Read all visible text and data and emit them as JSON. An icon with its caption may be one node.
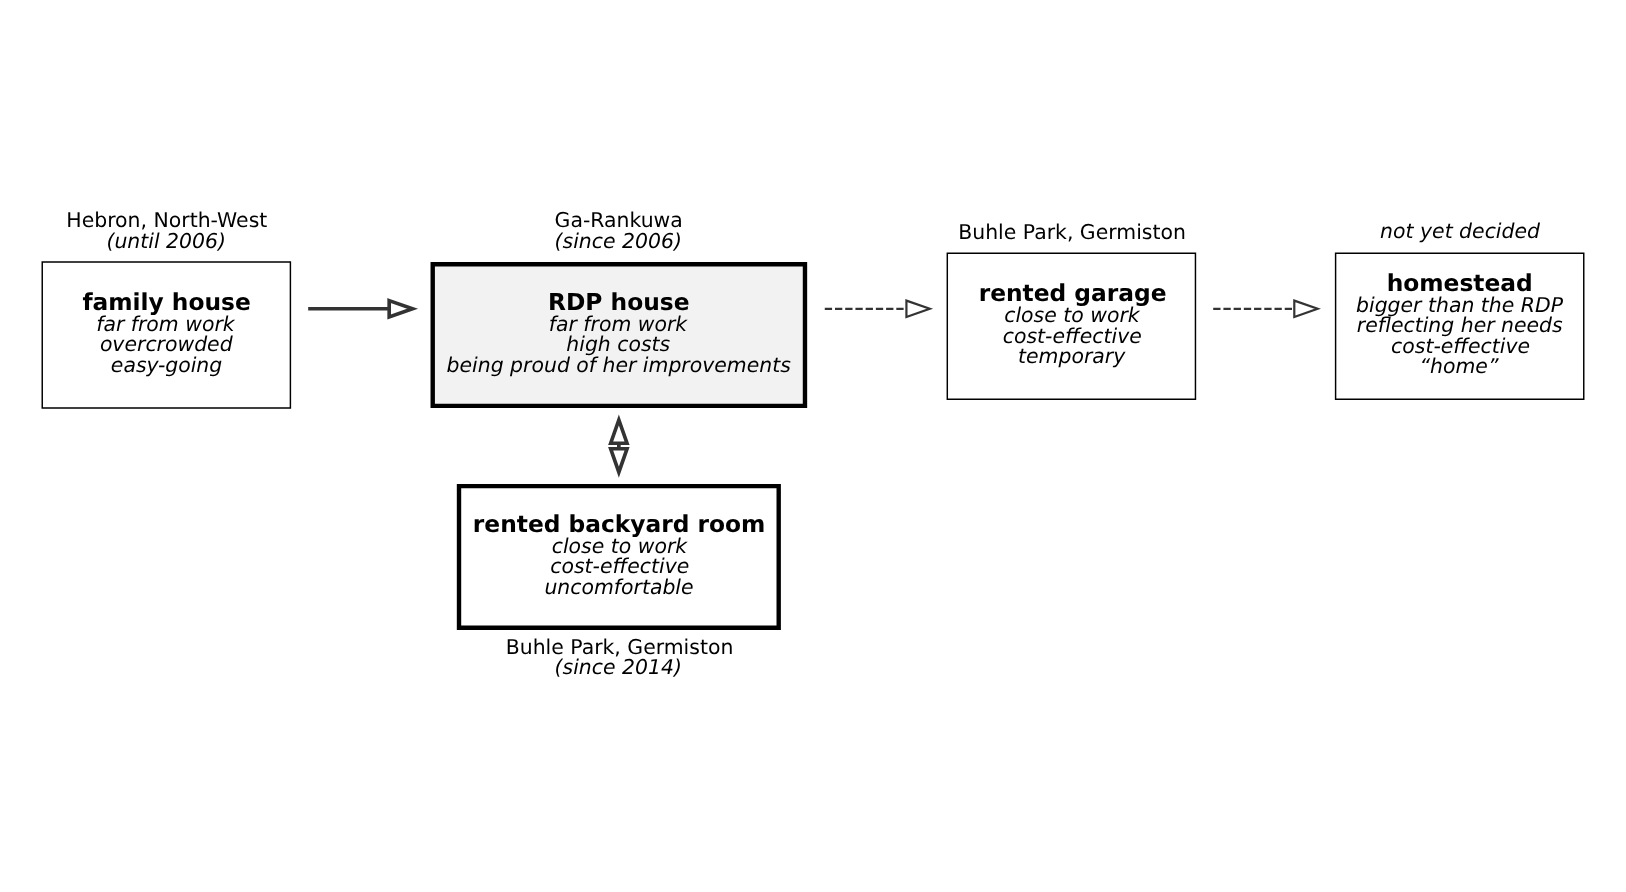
{
  "diagram": {
    "nodes": [
      {
        "text": [
          "family house",
          "far from work",
          "overcrowded",
          "easy-going"
        ],
        "beside": [
          "Hebron, North-West",
          "(until 2006)"
        ]
      },
      {
        "text": [
          "RDP house",
          "far from work",
          "high costs",
          "being proud of her improvements"
        ],
        "beside": [
          "Ga-Rankuwa",
          "(since 2006)"
        ]
      },
      {
        "text": [
          "rented garage",
          "close to work",
          "cost-effective",
          "temporary"
        ],
        "beside": [
          "Buhle Park, Germiston"
        ]
      },
      {
        "text": [
          "homestead",
          "bigger than the RDP",
          "reflecting her needs",
          "cost-effective",
          "“home”"
        ],
        "beside": [
          "not yet decided"
        ]
      },
      {
        "text": [
          "rented backyard room",
          "close to work",
          "cost-effective",
          "uncomfortable"
        ],
        "beside": [
          "Buhle Park, Germiston",
          "(since 2014)"
        ]
      }
    ],
    "edges": [
      {
        "from": 0,
        "to": 1,
        "arrow": "to"
      },
      {
        "from": 1,
        "to": 2,
        "arrow": "to",
        "style": "dashed"
      },
      {
        "from": 2,
        "to": 3,
        "arrow": "to",
        "style": "dashed"
      },
      {
        "from": 1,
        "to": 4,
        "arrow": "both"
      }
    ]
  }
}
